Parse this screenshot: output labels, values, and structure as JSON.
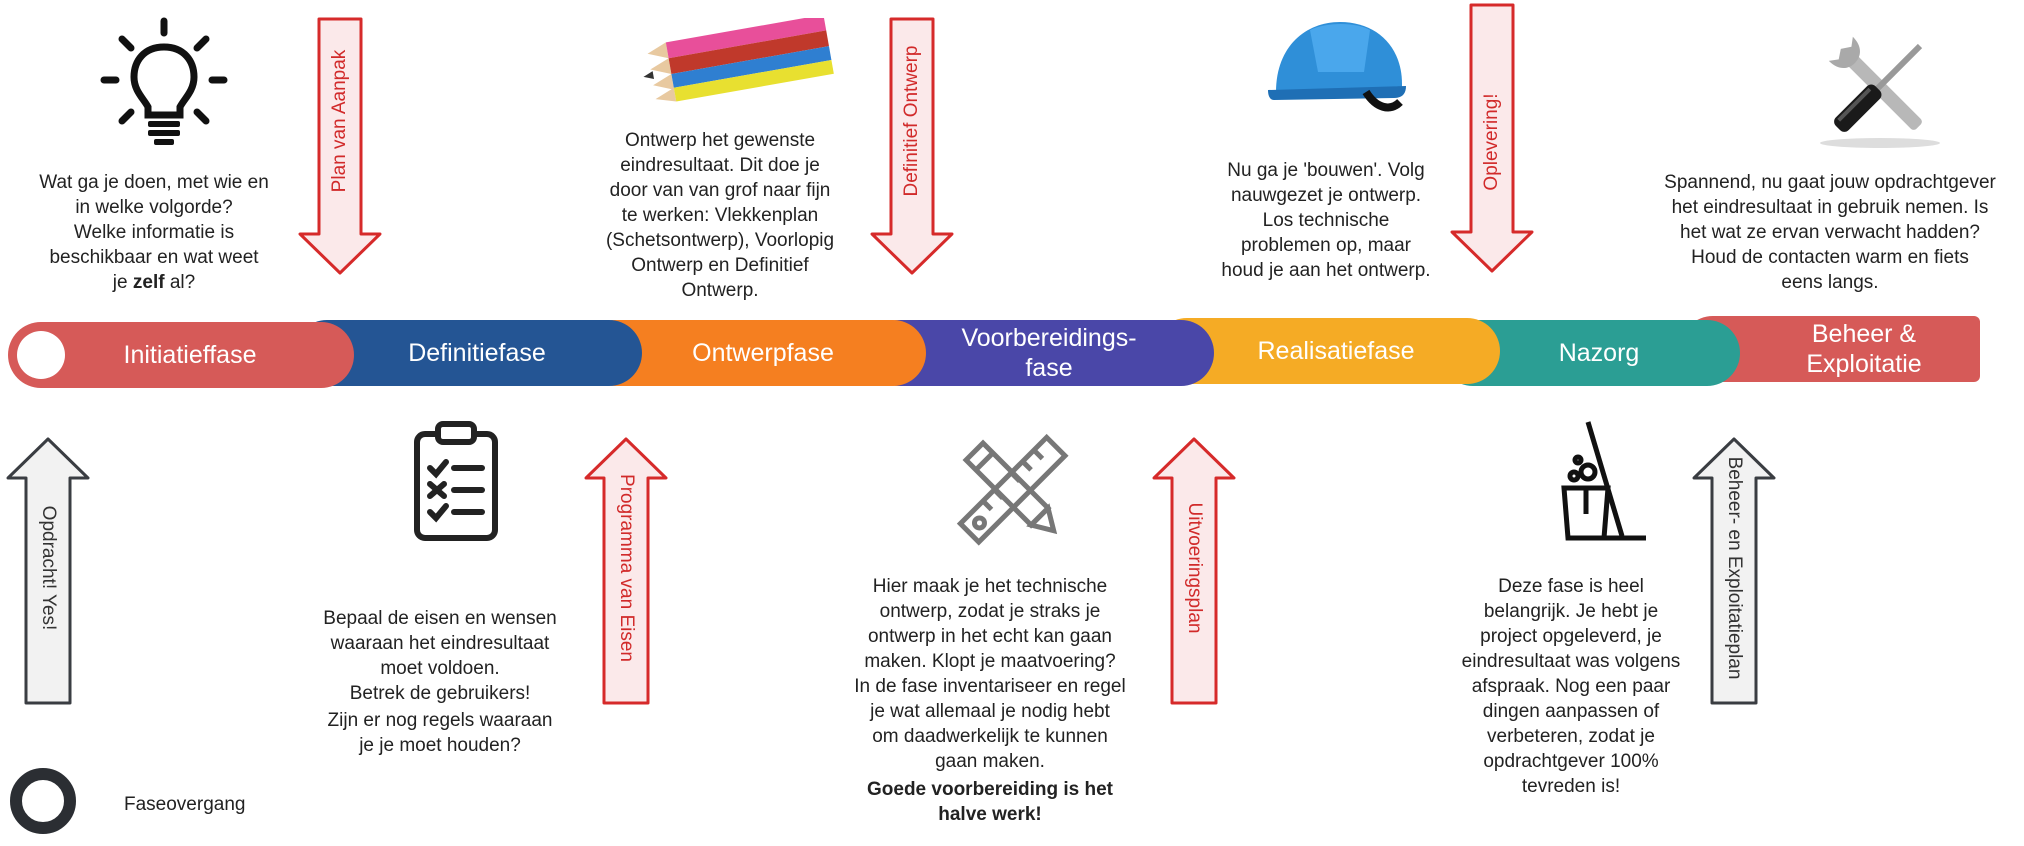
{
  "colors": {
    "initiatie": "#d65a58",
    "definitie": "#245594",
    "ontwerp": "#f57f20",
    "voorbereiding": "#4a47a8",
    "realisatie": "#f5ab25",
    "nazorg": "#2b9e94",
    "beheer": "#d65a58",
    "red_arrow_stroke": "#d62a2a",
    "red_arrow_fill": "#fbe9ea",
    "grey_arrow_stroke": "#3a3d42",
    "grey_arrow_fill": "#f2f2f2"
  },
  "phases": [
    {
      "label": "Initiatieffase"
    },
    {
      "label": "Definitiefase"
    },
    {
      "label": "Ontwerpfase"
    },
    {
      "label": "Voorbereidings-\nfase"
    },
    {
      "label": "Realisatiefase"
    },
    {
      "label": "Nazorg"
    },
    {
      "label": "Beheer &\nExploitatie"
    }
  ],
  "transitions": {
    "plan_van_aanpak": "Plan van Aanpak",
    "definitief_ontwerp": "Definitief Ontwerp",
    "oplevering": "Oplevering!",
    "opdracht_yes": "Opdracht! Yes!",
    "programma_van_eisen": "Programma van Eisen",
    "uitvoeringsplan": "Uitvoeringsplan",
    "beheer_exploitatieplan": "Beheer- en Exploitatieplan"
  },
  "descriptions": {
    "initiatie": {
      "line1": "Wat ga je doen, met wie en",
      "line2": "in welke volgorde?",
      "line3": "Welke informatie is",
      "line4": "beschikbaar en wat weet",
      "line5_pre": "je ",
      "line5_bold": "zelf",
      "line5_post": " al?"
    },
    "ontwerp": "Ontwerp het gewenste\neindresultaat. Dit doe je\ndoor van van grof naar fijn\nte werken: Vlekkenplan\n(Schetsontwerp), Voorlopig\nOntwerp en Definitief\nOntwerp.",
    "realisatie": "Nu ga je 'bouwen'. Volg\nnauwgezet je ontwerp.\nLos technische\nproblemen op, maar\nhoud je aan het ontwerp.",
    "beheer": "Spannend, nu gaat jouw opdrachtgever\nhet eindresultaat in gebruik nemen. Is\nhet wat ze ervan verwacht hadden?\nHoud de contacten warm en fiets\neens langs.",
    "definitie_a": "Bepaal de eisen en wensen\nwaaraan het eindresultaat\nmoet voldoen.\nBetrek de gebruikers!",
    "definitie_b": "Zijn er nog regels waaraan\nje je moet houden?",
    "voorbereiding_a": "Hier maak je het technische\nontwerp, zodat je straks je\nontwerp in het echt kan gaan\nmaken. Klopt je maatvoering?\nIn de fase inventariseer en regel\nje wat allemaal je nodig hebt\nom daadwerkelijk te kunnen\ngaan maken.",
    "voorbereiding_b": "Goede voorbereiding is het\nhalve werk!",
    "nazorg": "Deze fase is heel\nbelangrijk. Je hebt je\nproject opgeleverd, je\neindresultaat was volgens\nafspraak. Nog een paar\ndingen aanpassen of\nverbeteren, zodat je\nopdrachtgever 100%\ntevreden is!"
  },
  "legend": {
    "label": "Faseovergang"
  },
  "icons": [
    "lightbulb-icon",
    "pencils-icon",
    "hardhat-icon",
    "tools-icon",
    "clipboard-icon",
    "ruler-pencil-icon",
    "cleaning-icon"
  ]
}
